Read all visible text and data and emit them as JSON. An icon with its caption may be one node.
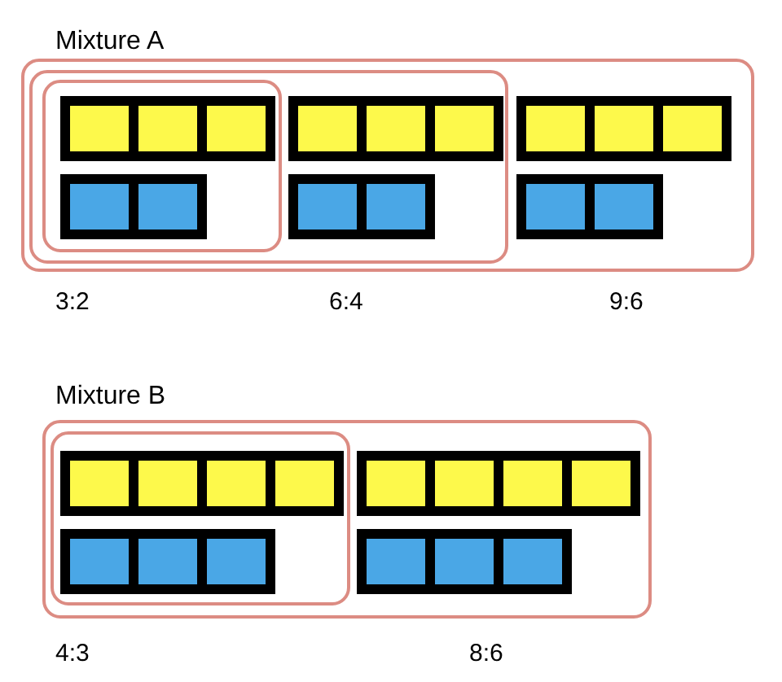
{
  "diagram": {
    "nodes": [
      {
        "text": [
          "Mixture A"
        ],
        "beside": [
          "9:6"
        ]
      },
      {
        "text": [],
        "shape": "box",
        "in": 0,
        "beside": [
          "6:4"
        ]
      },
      {
        "text": [],
        "shape": "box",
        "in": 1,
        "beside": [
          "3:2"
        ]
      },
      {
        "text": [
          "Mixture B"
        ],
        "beside": [
          "8:6"
        ]
      },
      {
        "text": [],
        "shape": "box",
        "in": 3,
        "beside": [
          "4:3"
        ]
      }
    ]
  }
}
